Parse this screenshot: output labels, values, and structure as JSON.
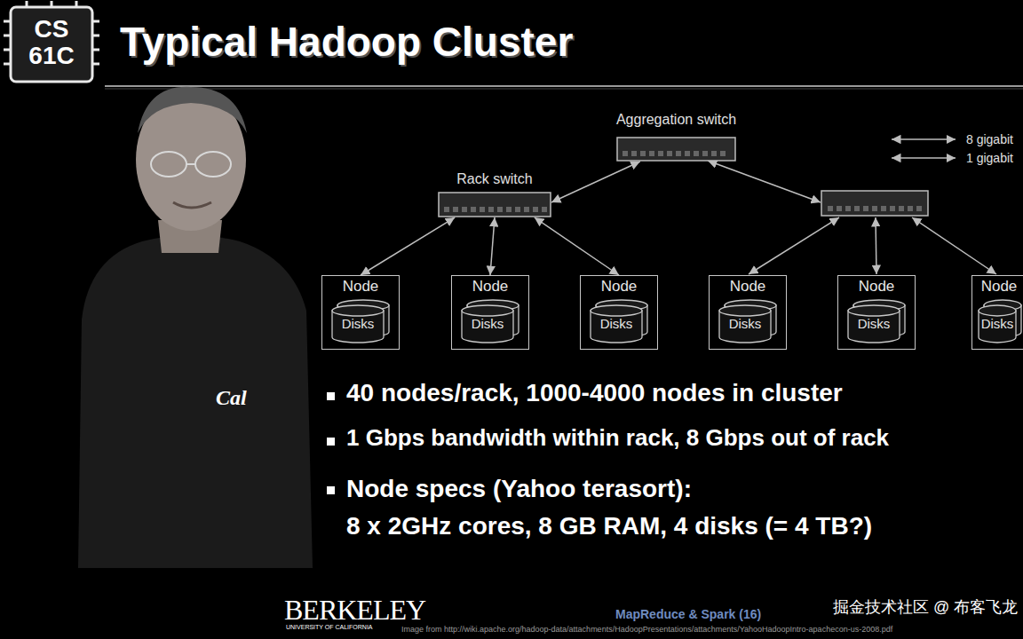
{
  "diagram": {
    "title": "Typical Hadoop Cluster",
    "nodes": [
      {
        "text": [
          "Aggregation switch"
        ]
      },
      {
        "text": [
          "Rack switch"
        ]
      },
      {
        "text": [
          "Node"
        ]
      },
      {
        "text": [
          "Disks"
        ],
        "in": 2
      },
      {
        "text": [
          "Node"
        ]
      },
      {
        "text": [
          "Disks"
        ],
        "in": 4
      },
      {
        "text": [
          "Node"
        ]
      },
      {
        "text": [
          "Disks"
        ],
        "in": 6
      },
      {
        "text": [
          "Node"
        ]
      },
      {
        "text": [
          "Disks"
        ],
        "in": 8
      },
      {
        "text": [
          "Node"
        ]
      },
      {
        "text": [
          "Disks"
        ],
        "in": 10
      },
      {
        "text": [
          "Node"
        ]
      },
      {
        "text": [
          "Disks"
        ],
        "in": 12
      }
    ],
    "edges": [
      {
        "from": 0,
        "to": 1,
        "arrow": "both"
      },
      {
        "from": 1,
        "to": 2,
        "arrow": "both"
      },
      {
        "from": 1,
        "to": 4,
        "arrow": "both"
      },
      {
        "from": 1,
        "to": 6,
        "arrow": "both"
      }
    ],
    "labels": [
      "CS 61C",
      "Cal",
      "40 nodes/rack, 1000-4000 nodes in cluster",
      "1 Gbps bandwidth within rack, 8 Gbps out of rack",
      "Node specs (Yahoo terasort):",
      "8 x 2GHz cores, 8 GB RAM, 4 disks (= 4 TB?)",
      "BERKELEY",
      "UNIVERSITY OF CALIFORNIA",
      "Image from http://wiki.apache.org/hadoop-data/attachments/HadoopPresentations/attachments/YahooHadoopIntro-apachecon-us-2008.pdf",
      "MapReduce & Spark (16)",
      "掘金技术社区 @ 布客飞龙"
    ],
    "legend": [
      {
        "text": "8 gigabit"
      },
      {
        "text": "1 gigabit"
      }
    ]
  }
}
